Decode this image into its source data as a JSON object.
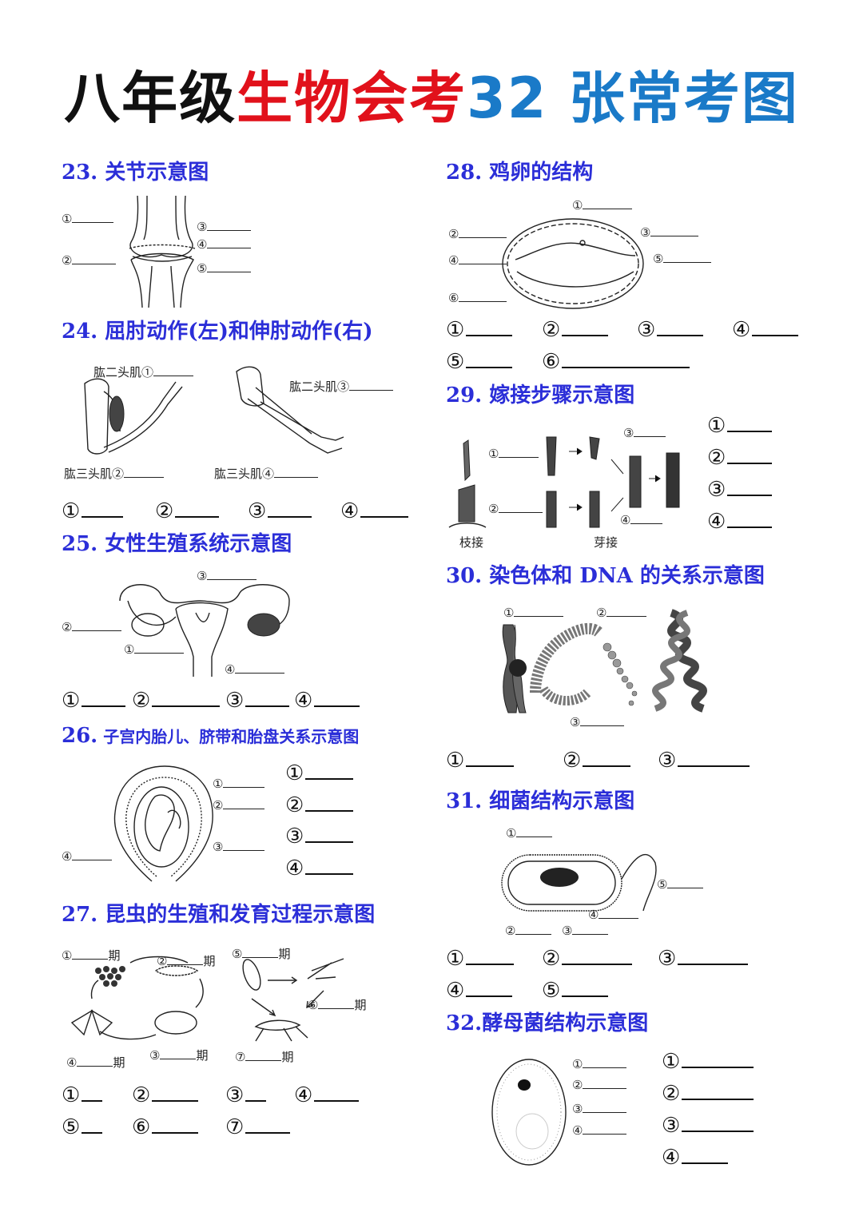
{
  "title": {
    "part1": "八年级",
    "part2": "生物会考",
    "part3": "32 张常考图"
  },
  "sections": {
    "s23": {
      "num": "23.",
      "title": "关节示意图",
      "labels": [
        "①",
        "②",
        "③",
        "④",
        "⑤"
      ]
    },
    "s24": {
      "num": "24.",
      "title": "屈肘动作(左)和伸肘动作(右)",
      "labels": [
        "肱二头肌①",
        "肱三头肌②",
        "肱二头肌③",
        "肱三头肌④"
      ],
      "answers": [
        "①",
        "②",
        "③",
        "④"
      ]
    },
    "s25": {
      "num": "25.",
      "title": "女性生殖系统示意图",
      "labels": [
        "③",
        "②",
        "①",
        "④"
      ],
      "answers": [
        "①",
        "②",
        "③",
        "④"
      ]
    },
    "s26": {
      "num": "26.",
      "title": "子宫内胎儿、脐带和胎盘关系示意图",
      "labels": [
        "①",
        "②",
        "③",
        "④"
      ],
      "answers": [
        "①",
        "②",
        "③",
        "④"
      ]
    },
    "s27": {
      "num": "27.",
      "title": "昆虫的生殖和发育过程示意图",
      "labels": [
        "①",
        "②",
        "③",
        "④",
        "⑤",
        "⑥",
        "⑦"
      ],
      "period": "期",
      "answers": [
        "①",
        "②",
        "③",
        "④",
        "⑤",
        "⑥",
        "⑦"
      ]
    },
    "s28": {
      "num": "28.",
      "title": "鸡卵的结构",
      "labels": [
        "①",
        "②",
        "③",
        "④",
        "⑤",
        "⑥"
      ],
      "answers": [
        "①",
        "②",
        "③",
        "④",
        "⑤",
        "⑥"
      ]
    },
    "s29": {
      "num": "29.",
      "title": "嫁接步骤示意图",
      "labels": [
        "①",
        "②",
        "③",
        "④"
      ],
      "captions": [
        "枝接",
        "芽接"
      ],
      "answers": [
        "①",
        "②",
        "③",
        "④"
      ]
    },
    "s30": {
      "num": "30.",
      "title": "染色体和 DNA 的关系示意图",
      "labels": [
        "①",
        "②",
        "③"
      ],
      "answers": [
        "①",
        "②",
        "③"
      ]
    },
    "s31": {
      "num": "31.",
      "title": "细菌结构示意图",
      "labels": [
        "①",
        "②",
        "③",
        "④",
        "⑤"
      ],
      "answers": [
        "①",
        "②",
        "③",
        "④",
        "⑤"
      ]
    },
    "s32": {
      "num": "32.",
      "title": "酵母菌结构示意图",
      "labels": [
        "①",
        "②",
        "③",
        "④"
      ],
      "answers": [
        "①",
        "②",
        "③",
        "④"
      ]
    }
  }
}
